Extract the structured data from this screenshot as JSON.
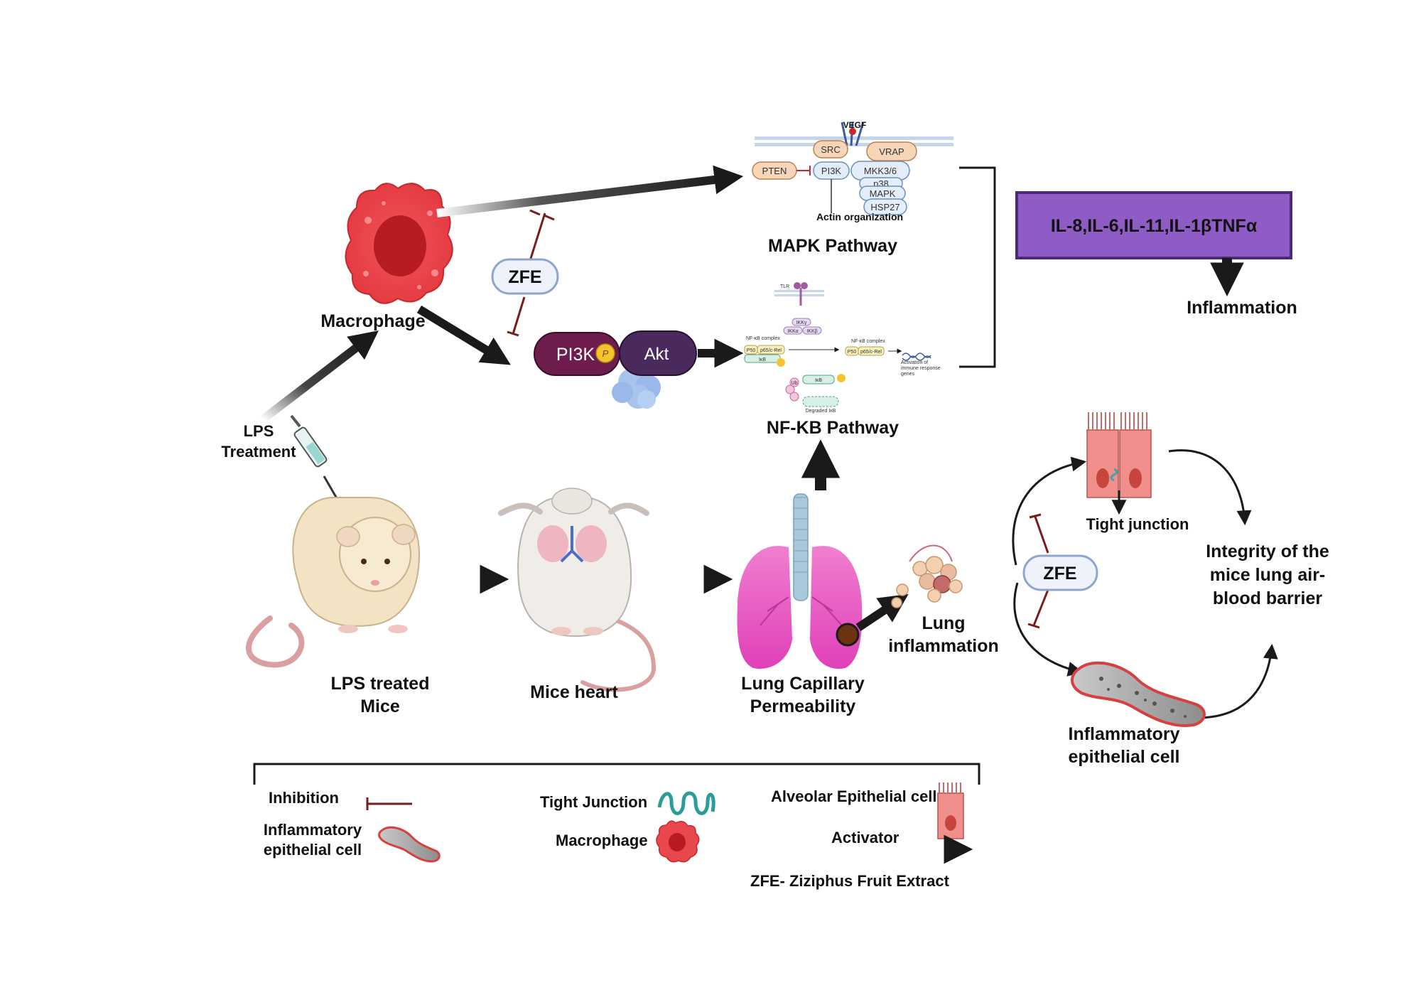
{
  "pathways": {
    "mapk": {
      "title": "MAPK Pathway",
      "ligand": "VEGF",
      "nodes": {
        "src": "SRC",
        "vrap": "VRAP",
        "pten": "PTEN",
        "pi3k": "PI3K",
        "mkk": "MKK3/6",
        "p38": "p38",
        "mapk": "MAPK",
        "hsp27": "HSP27"
      },
      "footer": "Actin organization"
    },
    "nfkb": {
      "title": "NF-KB Pathway",
      "receptor": "TLR",
      "nodes": {
        "ikkg": "IKKγ",
        "ikka": "IKKα",
        "ikkb": "IKKβ",
        "complex1": "NF-κB complex",
        "p50": "P50",
        "p65": "p65/c-Rel",
        "ikb": "IκB",
        "complex2": "NF-κB complex",
        "p50b": "P50",
        "p65b": "p65/c-Rel",
        "activation1": "Activation of",
        "activation2": "immune response",
        "activation3": "genes",
        "ub": "Ub",
        "ikb2": "IκB",
        "degraded": "Degraded IκB"
      }
    }
  },
  "labels": {
    "macrophage": "Macrophage",
    "zfe_top": "ZFE",
    "pi3k": "PI3K",
    "akt": "Akt",
    "phospho": "P",
    "lps_treatment_1": "LPS",
    "lps_treatment_2": "Treatment",
    "lps_mice_1": "LPS treated",
    "lps_mice_2": "Mice",
    "mice_heart": "Mice heart",
    "lung_cap_1": "Lung Capillary",
    "lung_cap_2": "Permeability",
    "lung_inf_1": "Lung",
    "lung_inf_2": "inflammation",
    "cytokines": "IL-8,IL-6,IL-11,IL-1βTNFα",
    "inflammation": "Inflammation",
    "tight_junction": "Tight junction",
    "zfe_right": "ZFE",
    "integrity_1": "Integrity of the",
    "integrity_2": "mice lung air-",
    "integrity_3": "blood barrier",
    "inf_epi_1": "Inflammatory",
    "inf_epi_2": "epithelial cell"
  },
  "legend": {
    "inhibition": "Inhibition",
    "inf_epi_1": "Inflammatory",
    "inf_epi_2": "epithelial cell",
    "tight_junction": "Tight Junction",
    "macrophage": "Macrophage",
    "alveolar": "Alveolar Epithelial cell",
    "activator": "Activator",
    "zfe_def": "ZFE- Ziziphus Fruit Extract"
  },
  "colors": {
    "activator_arrow": "#1a1a1a",
    "inhibition": "#7b1c1c",
    "cytokine_box": "#8e5cc4",
    "zfe_border": "#8fa6cc",
    "pi3k_pill": "#6e1c4c",
    "akt_pill": "#4a2a5c",
    "macrophage": "#e8474c"
  }
}
